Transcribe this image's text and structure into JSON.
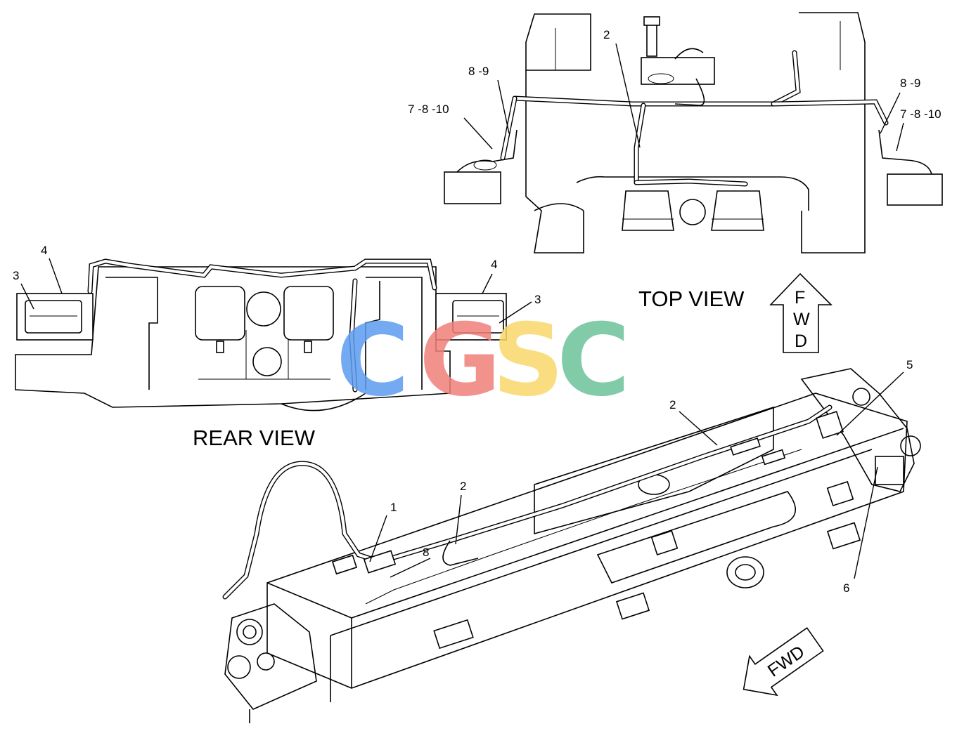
{
  "views": {
    "top": "TOP VIEW",
    "rear": "REAR VIEW"
  },
  "fwd_arrows": {
    "top_letters": [
      "F",
      "W",
      "D"
    ],
    "bottom": "FWD"
  },
  "callouts": {
    "top_2": "2",
    "top_left_89": "8 -9",
    "top_left_7810": "7 -8 -10",
    "top_right_89": "8 -9",
    "top_right_7810": "7 -8 -10",
    "rear_left_4": "4",
    "rear_left_3": "3",
    "rear_right_4": "4",
    "rear_right_3": "3",
    "iso_1": "1",
    "iso_2a": "2",
    "iso_2b": "2",
    "iso_8": "8",
    "iso_5": "5",
    "iso_6": "6"
  },
  "watermark": {
    "letters": [
      "C",
      "G",
      "S",
      "C"
    ],
    "colors": [
      "#5b9cf0",
      "#f07f7a",
      "#f8d86a",
      "#6cc39a"
    ]
  }
}
